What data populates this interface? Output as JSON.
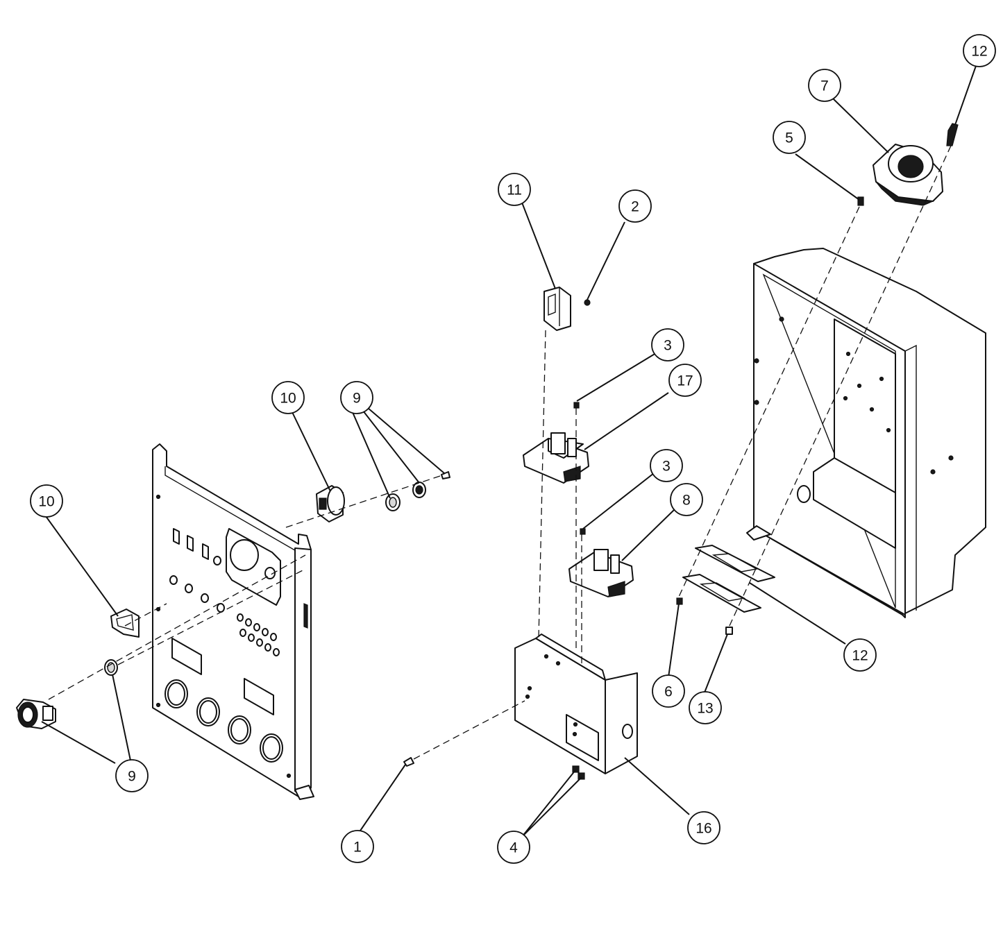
{
  "callouts": [
    "1",
    "2",
    "3",
    "3",
    "4",
    "5",
    "6",
    "7",
    "8",
    "9",
    "9",
    "10",
    "10",
    "11",
    "12",
    "12",
    "13",
    "16",
    "17"
  ]
}
